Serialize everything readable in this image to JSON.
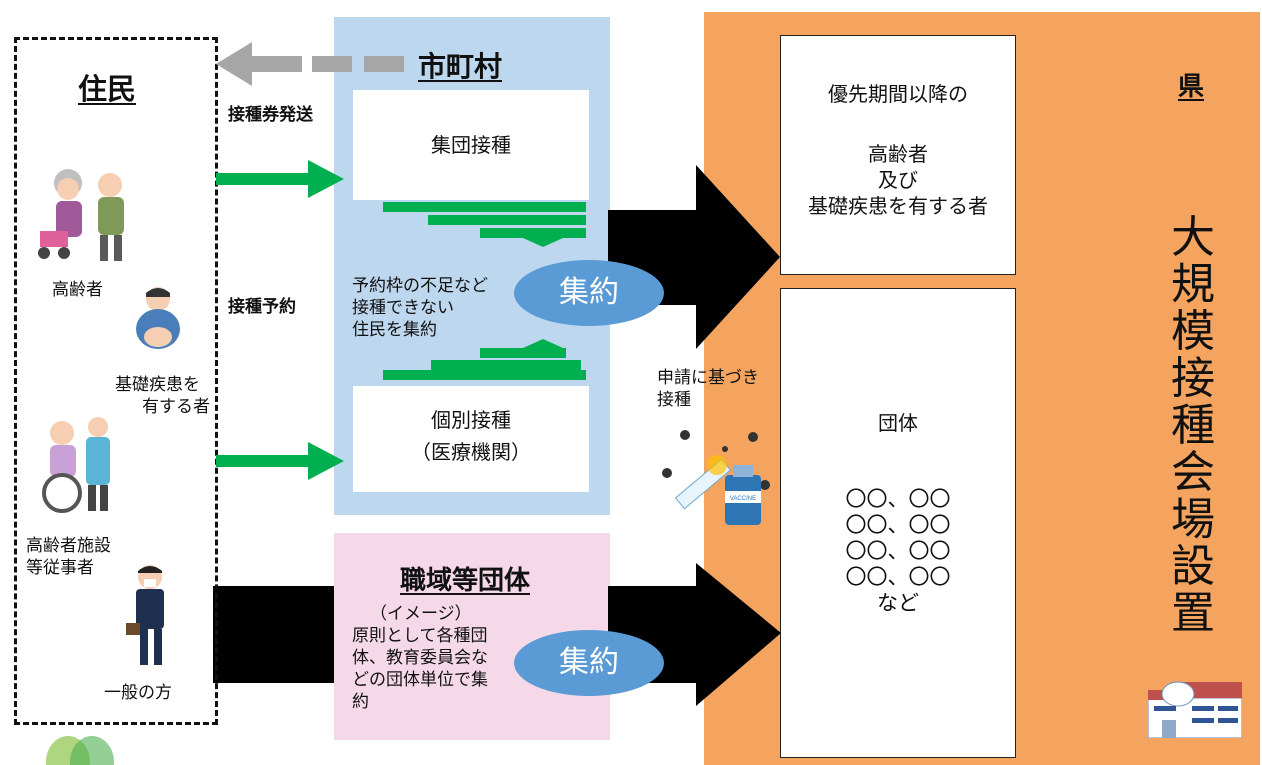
{
  "residents": {
    "title": "住民",
    "elderly_label": "高齢者",
    "underlying_label_1": "基礎疾患を",
    "underlying_label_2": "有する者",
    "facility_label_1": "高齢者施設",
    "facility_label_2": "等従事者",
    "general_label": "一般の方"
  },
  "arrows": {
    "voucher_label": "接種券発送",
    "reservation_label": "接種予約"
  },
  "municipality": {
    "title": "市町村",
    "group_vaccination": "集団接種",
    "note_line1": "予約枠の不足など",
    "note_line2": "接種できない",
    "note_line3": "住民を集約",
    "aggregate_label": "集約",
    "individual_line1": "個別接種",
    "individual_line2": "（医療機関）"
  },
  "workplace": {
    "title": "職域等団体",
    "image_note": "（イメージ）",
    "line1": "原則として各種団",
    "line2": "体、教育委員会な",
    "line3": "どの団体単位で集",
    "line4": "約",
    "aggregate_label": "集約"
  },
  "middle": {
    "apply_line1": "申請に基づき",
    "apply_line2": "接種",
    "vaccine_text": "VACCINE"
  },
  "prefecture": {
    "label": "県",
    "venue_chars": [
      "大",
      "規",
      "模",
      "接",
      "種",
      "会",
      "場",
      "設",
      "置"
    ],
    "priority_line1": "優先期間以降の",
    "priority_line2": "高齢者",
    "priority_line3": "及び",
    "priority_line4": "基礎疾患を有する者",
    "groups_title": "団体",
    "groups_rows": [
      "〇〇、〇〇",
      "〇〇、〇〇",
      "〇〇、〇〇",
      "〇〇、〇〇"
    ],
    "groups_etc": "など"
  },
  "colors": {
    "muni_blue": "#bdd7ee",
    "work_pink": "#f6d9e8",
    "pref_orange": "#f4a45e",
    "green_arrow": "#00b050",
    "ellipse_blue": "#5b9bd5",
    "gray_arrow": "#a6a6a6"
  }
}
